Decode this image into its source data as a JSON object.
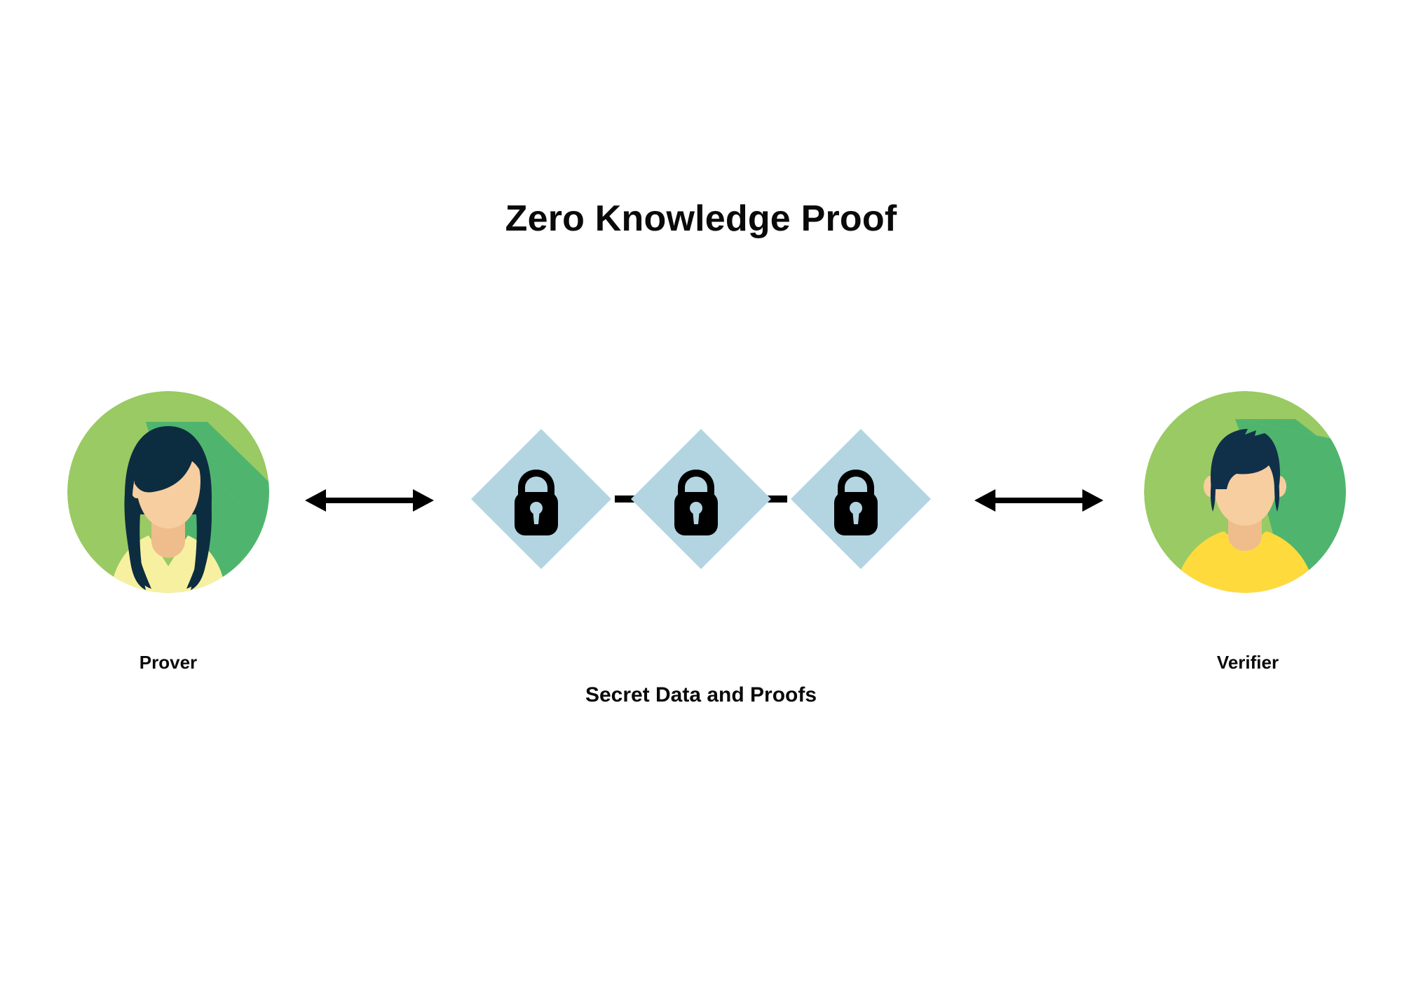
{
  "page": {
    "background_color": "#ffffff",
    "title": "Zero Knowledge Proof"
  },
  "diagram": {
    "type": "concept-flow",
    "left_actor": {
      "label": "Prover",
      "icon": "female-avatar-icon",
      "colors": {
        "circle_light_green": "#9ACA63",
        "circle_dark_green": "#4FB56E",
        "hair": "#0C2D40",
        "skin": "#F7CEA0",
        "skin_shadow": "#EFBD8C",
        "clothing": "#F7F0A0"
      }
    },
    "right_actor": {
      "label": "Verifier",
      "icon": "male-avatar-icon",
      "colors": {
        "circle_light_green": "#9ACA63",
        "circle_dark_green": "#4FB56E",
        "hair": "#10304A",
        "skin": "#F7CEA0",
        "skin_shadow": "#EFBD8C",
        "clothing": "#FFDA3D"
      }
    },
    "center_label": "Secret Data and Proofs",
    "chain": {
      "node_count": 3,
      "node_shape": "diamond",
      "node_fill": "#B3D5E2",
      "node_icon": "padlock-icon",
      "node_icon_color": "#000000",
      "connector_color": "#000000",
      "nodes": [
        {
          "icon": "padlock-icon",
          "name": "secret-node-1"
        },
        {
          "icon": "padlock-icon",
          "name": "secret-node-2"
        },
        {
          "icon": "padlock-icon",
          "name": "secret-node-3"
        }
      ]
    },
    "connections": [
      {
        "name": "prover-to-chain",
        "icon": "double-arrow-icon",
        "direction": "bidirectional",
        "color": "#000000"
      },
      {
        "name": "chain-to-verifier",
        "icon": "double-arrow-icon",
        "direction": "bidirectional",
        "color": "#000000"
      }
    ]
  }
}
